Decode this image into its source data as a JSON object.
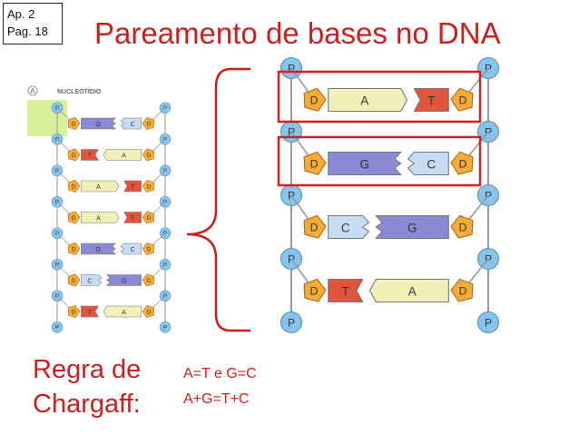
{
  "slide": {
    "ref_line1": "Ap. 2",
    "ref_line2": "Pag. 18",
    "title": "Pareamento de bases no DNA",
    "rule_line1": "Regra de",
    "rule_line2": "Chargaff:",
    "equation1": "A=T e G=C",
    "equation2": "A+G=T+C"
  },
  "small_diagram": {
    "panel_label": "A",
    "header": "NUCLEOTÍDIO",
    "pairs": [
      {
        "left": "G",
        "right": "C"
      },
      {
        "left": "T",
        "right": "A"
      },
      {
        "left": "A",
        "right": "T"
      },
      {
        "left": "A",
        "right": "T"
      },
      {
        "left": "G",
        "right": "C"
      },
      {
        "left": "C",
        "right": "G"
      },
      {
        "left": "T",
        "right": "A"
      }
    ]
  },
  "large_diagram": {
    "pairs": [
      {
        "left": "A",
        "right": "T"
      },
      {
        "left": "G",
        "right": "C"
      },
      {
        "left": "C",
        "right": "G"
      },
      {
        "left": "T",
        "right": "A"
      }
    ]
  },
  "labels": {
    "sugar": "D",
    "phosphate": "P"
  },
  "colors": {
    "A": "#f0f0b8",
    "T": "#e0553c",
    "G": "#8a8ad4",
    "C": "#c6dcf2",
    "sugar": "#f5ab38",
    "phosphate": "#86c4ec",
    "highlight": "#d8ef9a",
    "emphasis": "#d81e1e",
    "bracket": "#cc1f1f"
  }
}
